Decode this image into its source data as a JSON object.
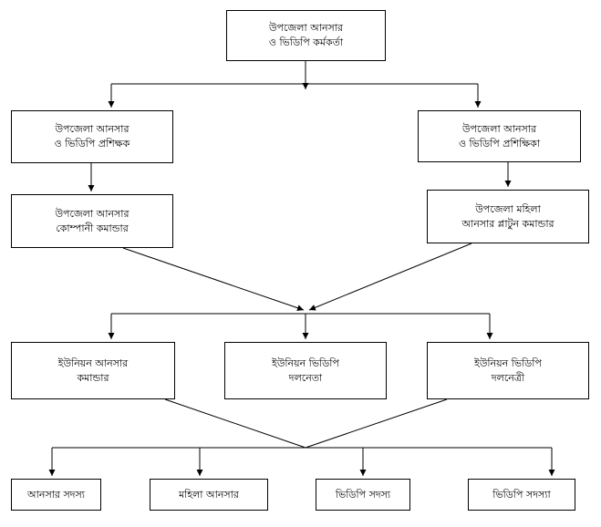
{
  "colors": {
    "line": "#000000",
    "box_border": "#000000",
    "box_fill": "#ffffff",
    "text": "#000000"
  },
  "nodes": {
    "upazila_officer": {
      "line1": "উপজেলা আনসার",
      "line2": "ও ভিডিপি কর্মকর্তা"
    },
    "trainer_male": {
      "line1": "উপজেলা আনসার",
      "line2": "ও ভিডিপি প্রশিক্ষক"
    },
    "trainer_female": {
      "line1": "উপজেলা আনসার",
      "line2": "ও ভিডিপি প্রশিক্ষিকা"
    },
    "company_commander": {
      "line1": "উপজেলা আনসার",
      "line2": "কোম্পানী কমান্ডার"
    },
    "women_platoon_commander": {
      "line1": "উপজেলা মহিলা",
      "line2": "আনসার প্লাটুন কমান্ডার"
    },
    "union_ansar_commander": {
      "line1": "ইউনিয়ন আনসার",
      "line2": "কমান্ডার"
    },
    "union_vdp_leader_male": {
      "line1": "ইউনিয়ন ভিডিপি",
      "line2": "দলনেতা"
    },
    "union_vdp_leader_female": {
      "line1": "ইউনিয়ন ভিডিপি",
      "line2": "দলনেত্রী"
    },
    "ansar_member": {
      "label": "আনসার সদস্য"
    },
    "women_ansar": {
      "label": "মহিলা আনসার"
    },
    "vdp_member_male": {
      "label": "ভিডিপি সদস্য"
    },
    "vdp_member_female": {
      "label": "ভিডিপি সদস্যা"
    }
  }
}
